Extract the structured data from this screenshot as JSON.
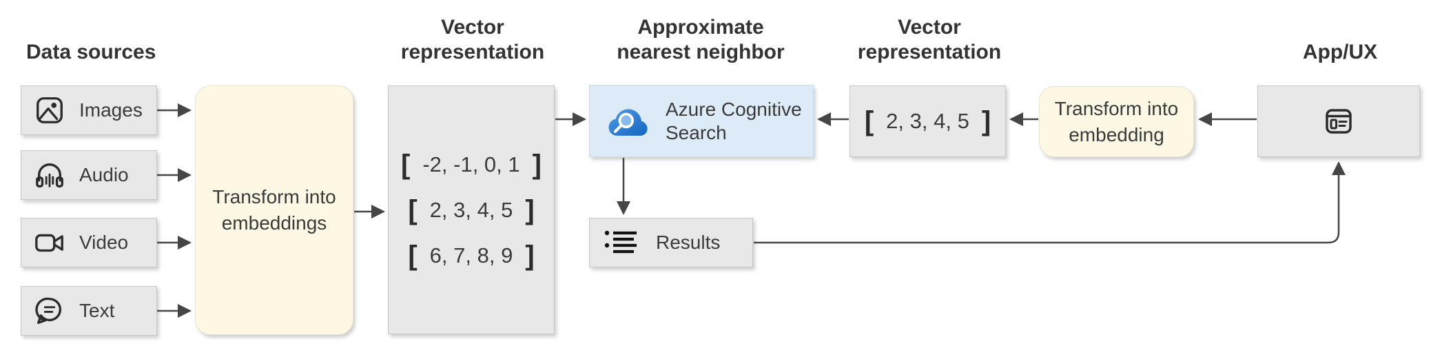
{
  "diagram": {
    "headers": {
      "data_sources": "Data sources",
      "vector_representation_1": "Vector\nrepresentation",
      "approximate_nearest_neighbor": "Approximate\nnearest neighbor",
      "vector_representation_2": "Vector\nrepresentation",
      "app_ux": "App/UX"
    },
    "data_sources": [
      {
        "label": "Images",
        "icon": "image-icon"
      },
      {
        "label": "Audio",
        "icon": "audio-icon"
      },
      {
        "label": "Video",
        "icon": "video-icon"
      },
      {
        "label": "Text",
        "icon": "text-icon"
      }
    ],
    "transform_embeddings": {
      "label": "Transform into\nembeddings"
    },
    "bracket_open": "[",
    "bracket_close": "]",
    "vectors": [
      "-2, -1, 0, 1",
      "2, 3, 4, 5",
      "6, 7, 8, 9"
    ],
    "search": {
      "label": "Azure Cognitive\nSearch",
      "icon": "azure-search-cloud-icon"
    },
    "results": {
      "label": "Results",
      "icon": "results-list-icon"
    },
    "query_vector": "2, 3, 4, 5",
    "transform_embedding": {
      "label": "Transform into\nembedding"
    },
    "app": {
      "icon": "browser-window-icon"
    },
    "colors": {
      "box_gray": "#e8e8e8",
      "box_yellow": "#fcf8e3",
      "box_blue": "#ddebf8",
      "arrow": "#454545",
      "text": "#3a3a3a",
      "azure_cloud_blue_light": "#4d9be8",
      "azure_cloud_blue_dark": "#1565c0"
    }
  }
}
